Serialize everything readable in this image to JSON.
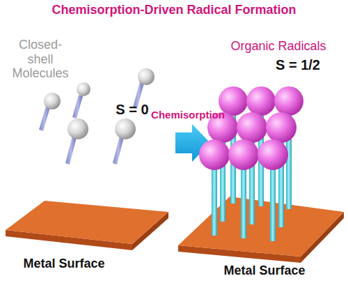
{
  "diagram": {
    "title": "Chemisorption-Driven Radical Formation",
    "labels": [
      "Closed-shell Molecules",
      "S = 0",
      "Chemisorption",
      "Organic Radicals",
      "S = 1/2",
      "Metal Surface",
      "Metal Surface"
    ]
  }
}
